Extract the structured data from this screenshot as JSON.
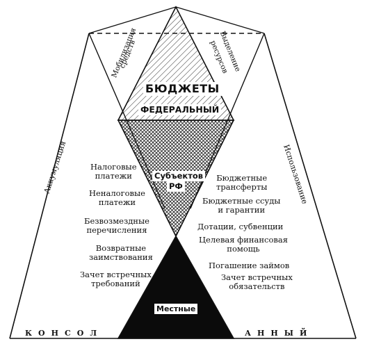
{
  "tiers": {
    "top": "БЮДЖЕТЫ",
    "federal": "ФЕДЕРАЛЬНЫЙ",
    "regional_line1": "Субъектов",
    "regional_line2": "РФ",
    "local": "Местные"
  },
  "side_labels": {
    "left": "Аккумуляция",
    "right": "Использование"
  },
  "top_labels": {
    "left_line1": "Мобилизация",
    "left_line2": "средств",
    "right_line1": "Выделение",
    "right_line2": "ресурсов"
  },
  "revenue_items": [
    [
      "Налоговые",
      "платежи"
    ],
    [
      "Неналоговые",
      "платежи"
    ],
    [
      "Безвозмездные",
      "перечисления"
    ],
    [
      "Возвратные",
      "заимствования"
    ],
    [
      "Зачет встречных",
      "требований"
    ]
  ],
  "expense_items": [
    [
      "Бюджетные",
      "трансферты"
    ],
    [
      "Бюджетные ссуды",
      "и гарантии"
    ],
    [
      "Дотации, субвенции"
    ],
    [
      "Целевая финансовая",
      "помощь"
    ],
    [
      "Погашение займов"
    ],
    [
      "Зачет встречных",
      "обязательств"
    ]
  ],
  "bottom": {
    "left": "КОНСОЛ",
    "right": "АННЫЙ"
  }
}
